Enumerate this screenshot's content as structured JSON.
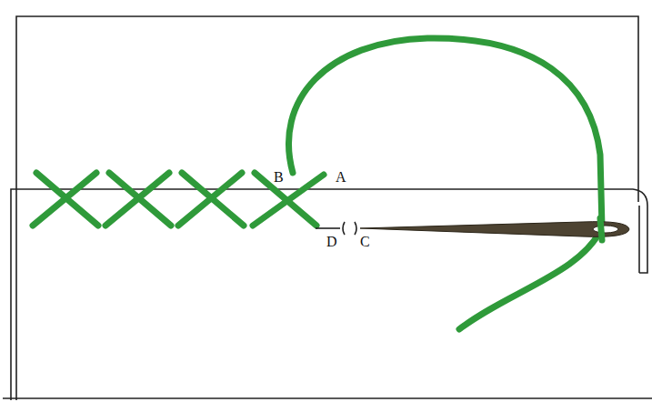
{
  "diagram": {
    "labels": [
      "B",
      "A",
      "D",
      "C"
    ]
  }
}
